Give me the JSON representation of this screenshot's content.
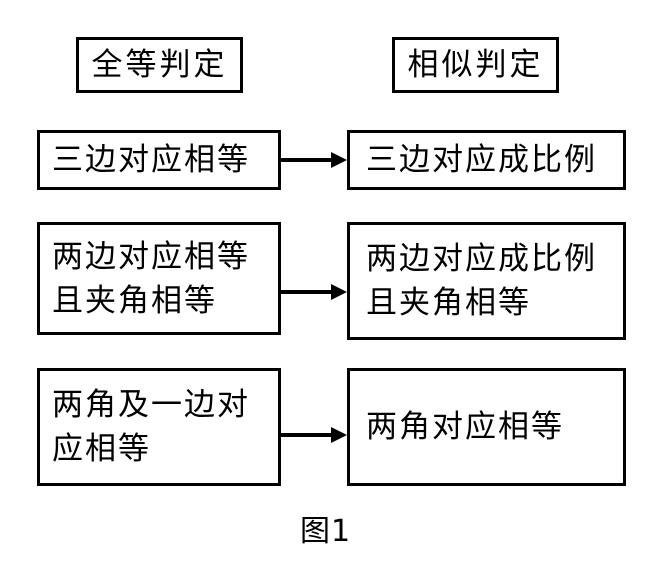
{
  "figure": {
    "caption": "图1",
    "columns": [
      {
        "id": "congruent",
        "header": "全等判定"
      },
      {
        "id": "similar",
        "header": "相似判定"
      }
    ],
    "rows": [
      {
        "left": {
          "lines": [
            "三边对应相等"
          ]
        },
        "right": {
          "lines": [
            "三边对应成比例"
          ]
        },
        "arrow": {
          "direction": "right"
        }
      },
      {
        "left": {
          "lines": [
            "两边对应相等",
            "且夹角相等"
          ]
        },
        "right": {
          "lines": [
            "两边对应成比例",
            "且夹角相等"
          ]
        },
        "arrow": {
          "direction": "right"
        }
      },
      {
        "left": {
          "lines": [
            "两角及一边对",
            "应相等"
          ]
        },
        "right": {
          "lines": [
            "两角对应相等"
          ]
        },
        "arrow": {
          "direction": "right"
        }
      }
    ],
    "colors": {
      "stroke": "#000000",
      "fill": "#ffffff",
      "text": "#000000"
    }
  }
}
